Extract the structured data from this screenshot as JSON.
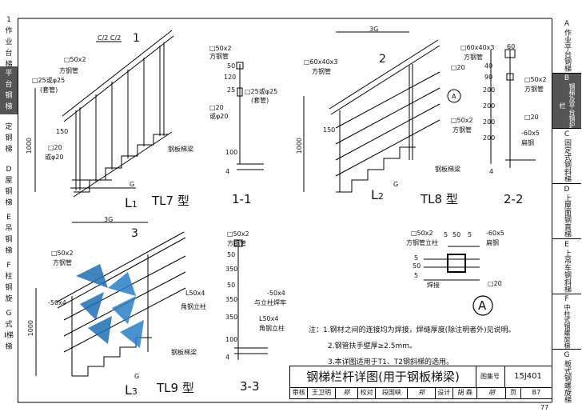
{
  "left_tabs": [
    {
      "lines": [
        "1",
        "作",
        "业",
        "台",
        "梯"
      ]
    },
    {
      "lines": [
        "平",
        "台",
        "钢",
        "梯"
      ]
    },
    {
      "lines": [
        "定",
        "钢",
        "梯"
      ]
    },
    {
      "lines": [
        "D",
        "屋",
        "钢",
        "梯"
      ]
    },
    {
      "lines": [
        "E",
        "吊",
        "钢",
        "梯"
      ]
    },
    {
      "lines": [
        "F",
        "柱",
        "钢",
        "旋"
      ]
    },
    {
      "lines": [
        "G",
        "式",
        "I梯",
        "梯"
      ]
    }
  ],
  "right_tabs": [
    {
      "letter": "A",
      "text": "作业平台钢梯"
    },
    {
      "letter": "B",
      "text": "钢梯及平台钢护栏"
    },
    {
      "letter": "C",
      "text": "固定式钢斜梯"
    },
    {
      "letter": "D",
      "text": "上屋面钢直梯"
    },
    {
      "letter": "E",
      "text": "上吊车钢斜梯"
    },
    {
      "letter": "F",
      "text": "中柱式钢螺旋梯"
    },
    {
      "letter": "G",
      "text": "板式钢螺旋梯"
    }
  ],
  "tl7": {
    "dims_top": "C/2 C/2",
    "sec_mark": "1",
    "lbl_rail": "□50x2",
    "lbl_rail2": "方钢管",
    "lbl_pipe": "□25或φ25",
    "lbl_pipe2": "(套管)",
    "dim_150": "150",
    "dim_1000": "1000",
    "lbl_bar": "□20",
    "lbl_bar2": "或φ20",
    "lbl_plate": "钢板梯梁",
    "lbl_g": "G",
    "l1": "L",
    "l1sub": "1",
    "title": "TL7 型"
  },
  "s11": {
    "lbl_a": "□50x2",
    "lbl_b": "方钢管",
    "dims": [
      "50",
      "120",
      "25"
    ],
    "lbl_c": "□25或φ25",
    "lbl_d": "(套管)",
    "lbl_e": "□20",
    "lbl_f": "或φ20",
    "dims2": [
      "100",
      "4"
    ],
    "title": "1-1"
  },
  "tl8": {
    "dim_3g": "3G",
    "sec_mark": "2",
    "lbl_a": "□60x40x3",
    "lbl_b": "方钢管",
    "lbl_c": "□20",
    "circle": "A",
    "lbl_d": "□50x2",
    "lbl_e": "方钢管",
    "dim_150": "150",
    "dim_1000": "1000",
    "lbl_plate": "钢板梯梁",
    "lbl_g": "G",
    "l2": "L",
    "l2sub": "2",
    "title": "TL8 型"
  },
  "s22": {
    "lbl_a": "□60x40x3",
    "lbl_b": "方钢管",
    "dim_top": "60",
    "dims": [
      "40",
      "90",
      "200",
      "200",
      "200",
      "200"
    ],
    "lbl_c": "□50x2",
    "lbl_d": "方钢管",
    "lbl_e": "□20",
    "lbl_f": "-60x5",
    "lbl_g": "扁钢",
    "dim4": "4",
    "title": "2-2"
  },
  "tl9": {
    "dim_3g": "3G",
    "sec_mark": "3",
    "lbl_a": "□50x2",
    "lbl_b": "方钢管",
    "lbl_c": "-50x4",
    "lbl_d": "L50x4",
    "lbl_e": "角钢立柱",
    "dim_1000": "1000",
    "lbl_plate": "钢板梯梁",
    "lbl_g": "G",
    "l3": "L",
    "l3sub": "3",
    "title": "TL9 型"
  },
  "s33": {
    "lbl_a": "□50x2",
    "lbl_b": "方钢管",
    "dims": [
      "50",
      "350",
      "50",
      "350",
      "350"
    ],
    "lbl_c": "-50x4",
    "lbl_d": "与立柱焊牢",
    "lbl_e": "L50x4",
    "lbl_f": "角钢立柱",
    "dims2": [
      "100",
      "4"
    ],
    "title": "3-3"
  },
  "detailA": {
    "dims": [
      "5",
      "50",
      "5"
    ],
    "lbl_a": "□50x2",
    "lbl_b": "方钢管立柱",
    "lbl_c": "-60x5",
    "lbl_d": "扁钢",
    "lbl_e": "焊接",
    "lbl_f": "□20",
    "side": [
      "5",
      "50",
      "5"
    ],
    "circle": "A"
  },
  "notes": [
    "注：1.钢材之间的连接均为焊接，焊缝厚度(除注明者外)见说明。",
    "2.钢管扶手壁厚≥2.5mm。",
    "3.本详图适用于T1、T2钢斜梯的选用。"
  ],
  "title_block": {
    "title": "钢梯栏杆详图(用于钢板梯梁)",
    "atlas_label": "图集号",
    "atlas_num": "15J401",
    "sig": [
      "审核",
      "王卫明",
      "郑",
      "校对",
      "段国峡",
      "郑",
      "设计",
      "胡 森",
      "胡",
      "页",
      "B7"
    ]
  },
  "page_mark": "77"
}
